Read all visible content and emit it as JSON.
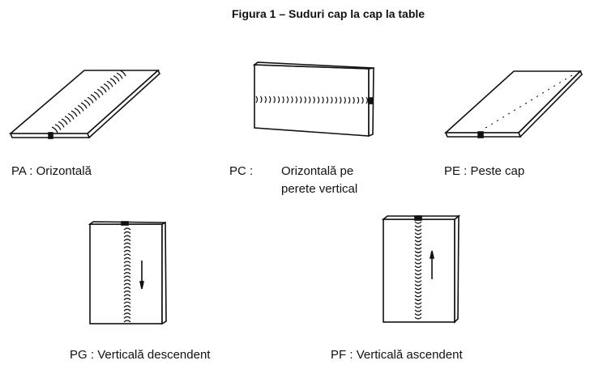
{
  "title": "Figura 1 – Suduri cap la cap la table",
  "positions": [
    {
      "code": "PA :",
      "name": "Orizontală"
    },
    {
      "code": "PC :",
      "name": "Orizontală pe",
      "name2": "perete vertical"
    },
    {
      "code": "PE :",
      "name": "Peste cap"
    },
    {
      "code": "PG :",
      "name": "Verticală descendent"
    },
    {
      "code": "PF :",
      "name": "Verticală ascendent"
    }
  ]
}
